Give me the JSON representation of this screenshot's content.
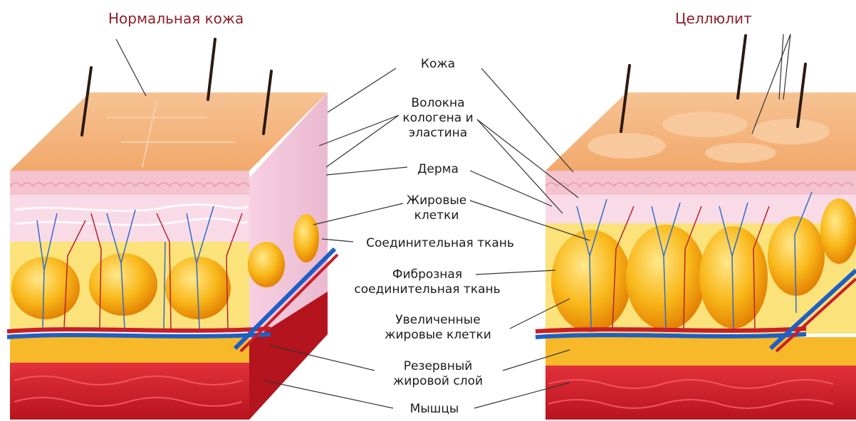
{
  "titles": {
    "normal": "Нормальная кожа",
    "cellulite": "Целлюлит"
  },
  "labels": {
    "skin": "Кожа",
    "fibers": [
      "Волокна",
      "кологена и",
      "эластина"
    ],
    "dermis": "Дерма",
    "fat_cells": [
      "Жировые",
      "клетки"
    ],
    "connective": "Соединительная ткань",
    "fibrous": [
      "Фиброзная",
      "соединительная ткань"
    ],
    "enlarged": [
      "Увеличенные",
      "жировые клетки"
    ],
    "reserve": [
      "Резервный",
      "жировой слой"
    ],
    "muscles": "Мышцы"
  },
  "colors": {
    "title": "#8f1f2a",
    "epidermis_top": "#f5b880",
    "dermis_pink": "#f7c9d6",
    "fat_yellow": "#f9c21a",
    "fat_orange": "#f08a00",
    "muscle_red": "#d9232e",
    "vein_blue": "#1f5fc4",
    "artery_red": "#c81e28"
  }
}
